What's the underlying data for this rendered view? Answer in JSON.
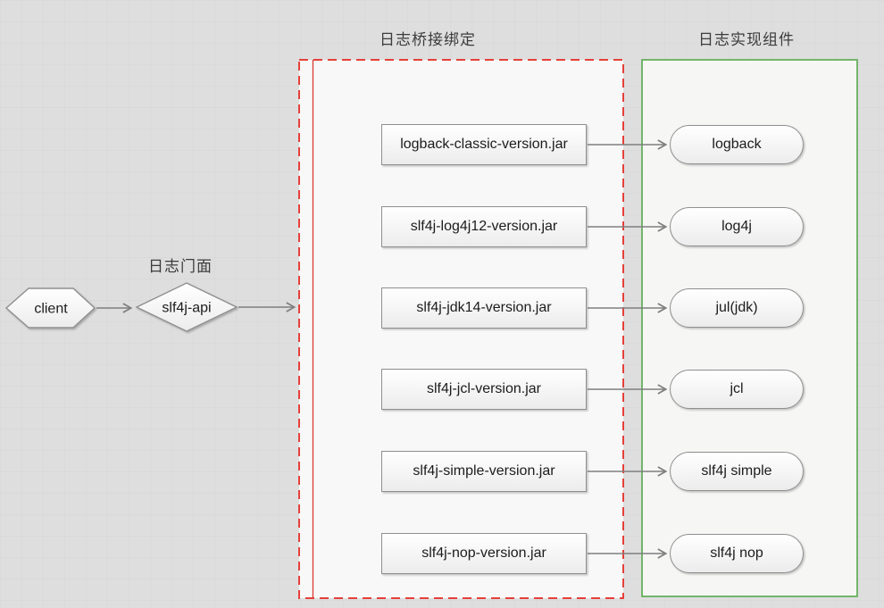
{
  "titles": {
    "binding": "日志桥接绑定",
    "impl": "日志实现组件",
    "facade": "日志门面"
  },
  "client": {
    "label": "client"
  },
  "facade_api": {
    "label": "slf4j-api"
  },
  "rows": [
    {
      "jar": "logback-classic-version.jar",
      "impl": "logback"
    },
    {
      "jar": "slf4j-log4j12-version.jar",
      "impl": "log4j"
    },
    {
      "jar": "slf4j-jdk14-version.jar",
      "impl": "jul(jdk)"
    },
    {
      "jar": "slf4j-jcl-version.jar",
      "impl": "jcl"
    },
    {
      "jar": "slf4j-simple-version.jar",
      "impl": "slf4j simple"
    },
    {
      "jar": "slf4j-nop-version.jar",
      "impl": "slf4j nop"
    }
  ],
  "colors": {
    "accent-red": "#e5403a",
    "accent-green": "#66b05c",
    "line-gray": "#7f7f7f",
    "canvas-bg": "#dedede"
  }
}
